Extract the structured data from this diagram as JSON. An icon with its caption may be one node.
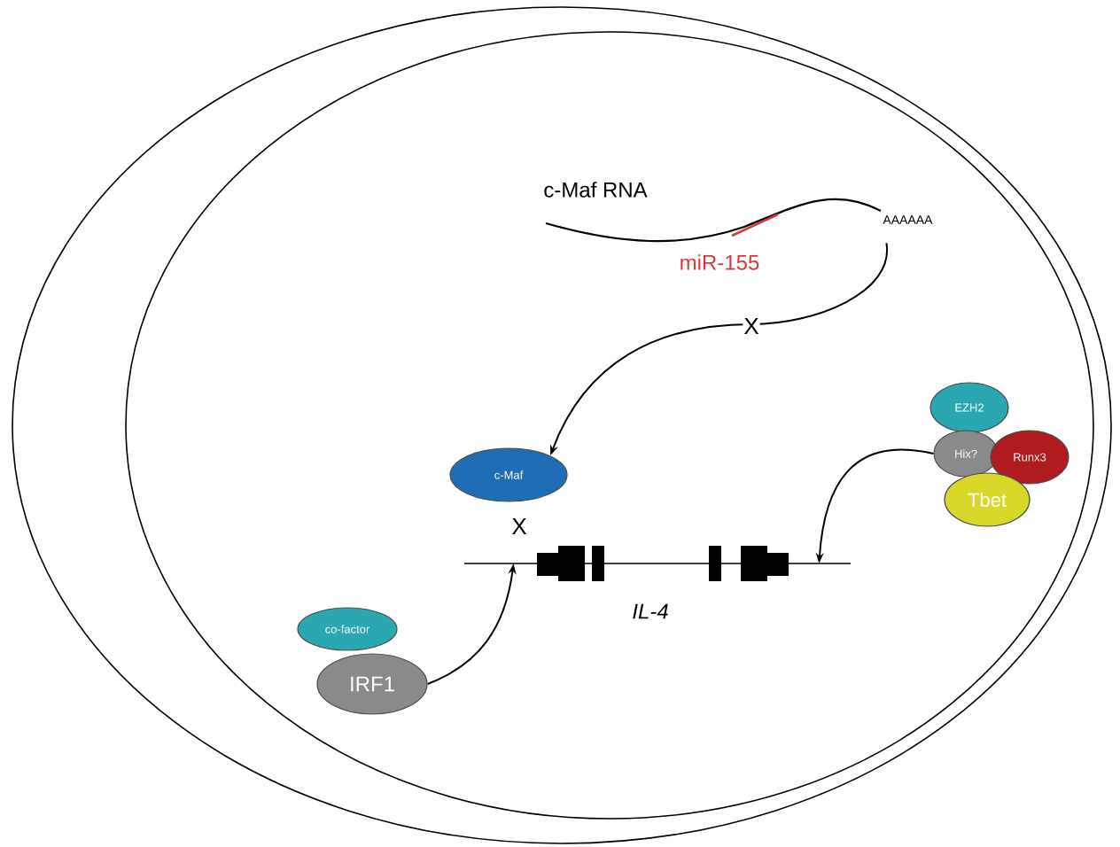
{
  "diagram": {
    "nodes": [
      {
        "text": [],
        "shape": "ellipse"
      },
      {
        "text": [],
        "shape": "ellipse",
        "in": 0
      },
      {
        "text": [
          "c-Maf RNA",
          "AAAAAA"
        ],
        "beside": [
          "miR-155"
        ],
        "in": 1
      },
      {
        "text": [
          "c-Maf"
        ],
        "in": 1
      },
      {
        "text": [
          "EZH2"
        ],
        "in": 1
      },
      {
        "text": [
          "Hix?"
        ],
        "in": 1
      },
      {
        "text": [
          "Runx3"
        ],
        "in": 1
      },
      {
        "text": [
          "Tbet"
        ],
        "in": 1
      },
      {
        "text": [
          "co-factor"
        ],
        "in": 1
      },
      {
        "text": [
          "IRF1"
        ],
        "in": 1
      },
      {
        "text": [
          "IL-4"
        ],
        "in": 1
      }
    ],
    "edges": [
      {
        "from": 2,
        "to": 3,
        "arrow": "to",
        "label": "X"
      },
      {
        "from": 9,
        "to": 10,
        "arrow": "to"
      },
      {
        "from": 5,
        "to": 10,
        "arrow": "to"
      }
    ],
    "labels": [
      "X"
    ]
  }
}
